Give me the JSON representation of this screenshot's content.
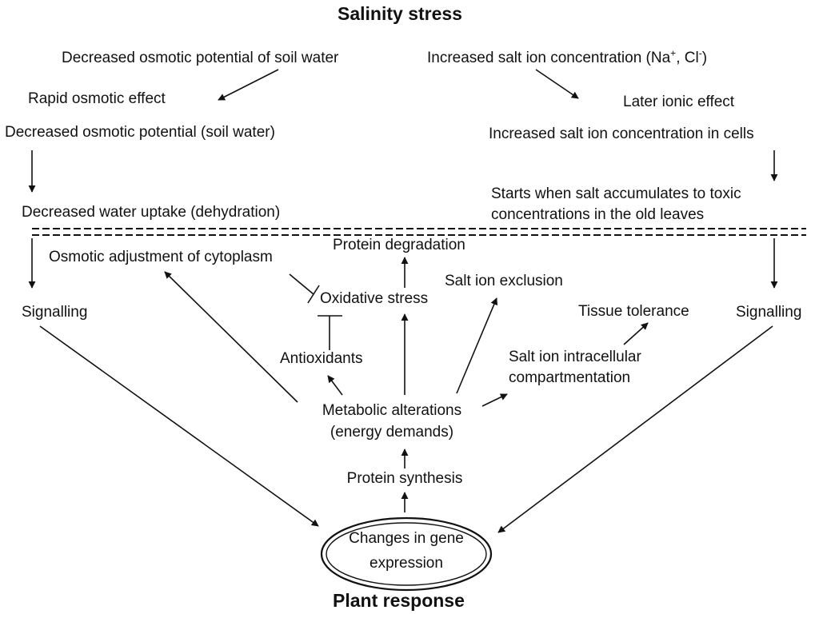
{
  "title": "Salinity stress",
  "footer": "Plant response",
  "left": {
    "osmotic_potential_soil": "Decreased osmotic potential of soil water",
    "rapid_osmotic_effect": "Rapid osmotic effect",
    "decreased_osmotic_potential": "Decreased osmotic potential (soil water)",
    "decreased_water_uptake": "Decreased water uptake (dehydration)",
    "signalling": "Signalling"
  },
  "right": {
    "salt_ion_concentration_prefix": "Increased salt ion concentration (Na",
    "salt_ion_sup1": "+",
    "salt_ion_mid": ", Cl",
    "salt_ion_sup2": "-",
    "salt_ion_suffix": ")",
    "later_ionic_effect": "Later ionic effect",
    "increased_in_cells": "Increased salt ion concentration in cells",
    "starts_line1": "Starts when salt accumulates to toxic",
    "starts_line2": "concentrations in the old leaves",
    "signalling": "Signalling"
  },
  "center": {
    "osmotic_adjustment": "Osmotic adjustment of cytoplasm",
    "protein_degradation": "Protein degradation",
    "oxidative_stress": "Oxidative stress",
    "salt_ion_exclusion": "Salt ion exclusion",
    "tissue_tolerance": "Tissue tolerance",
    "antioxidants": "Antioxidants",
    "compartmentation_line1": "Salt ion intracellular",
    "compartmentation_line2": "compartmentation",
    "metabolic_line1": "Metabolic alterations",
    "metabolic_line2": "(energy demands)",
    "protein_synthesis": "Protein synthesis",
    "gene_line1": "Changes in gene",
    "gene_line2": "expression"
  }
}
